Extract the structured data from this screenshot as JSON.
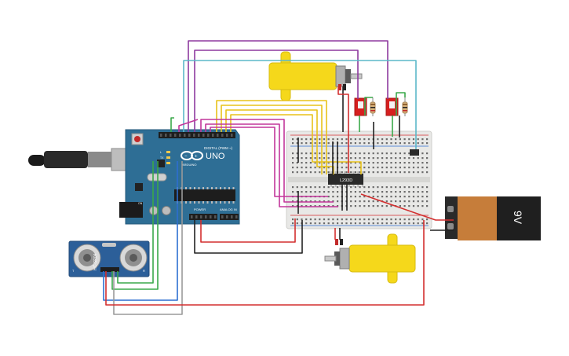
{
  "arduino": {
    "brand": "ARDUINO",
    "model": "UNO",
    "digital_header": "DIGITAL (PWM ~)",
    "power_header": "POWER",
    "analog_header": "ANALOG IN",
    "led_labels": [
      "L",
      "TX",
      "RX"
    ],
    "on_label": "ON",
    "board_color": "#2e6e95",
    "icon": "infinity-logo-icon"
  },
  "ultrasonic": {
    "model": "HC-SR04",
    "left_label": "T",
    "right_label": "R",
    "board_color": "#2c5f99",
    "icon": "ultrasonic-sensor-icon"
  },
  "driver": {
    "chip_label": "L293D",
    "icon": "ic-chip-icon"
  },
  "battery": {
    "label": "9V",
    "icon": "battery-icon"
  },
  "motors": {
    "top_icon": "dc-gear-motor-icon",
    "bottom_icon": "dc-gear-motor-icon",
    "color": "#f5d81b"
  },
  "switches": {
    "icon": "slide-switch-icon",
    "color": "#d61f1f"
  },
  "wire_colors": {
    "power": "#d32f2f",
    "ground": "#222222",
    "signal_purple": "#8e3a9f",
    "signal_magenta": "#c2369a",
    "signal_yellow": "#e8c21a",
    "signal_green": "#3aa84a",
    "signal_teal": "#5bb8c9",
    "signal_blue": "#2d6fd1",
    "signal_gray": "#9a9a9a"
  }
}
